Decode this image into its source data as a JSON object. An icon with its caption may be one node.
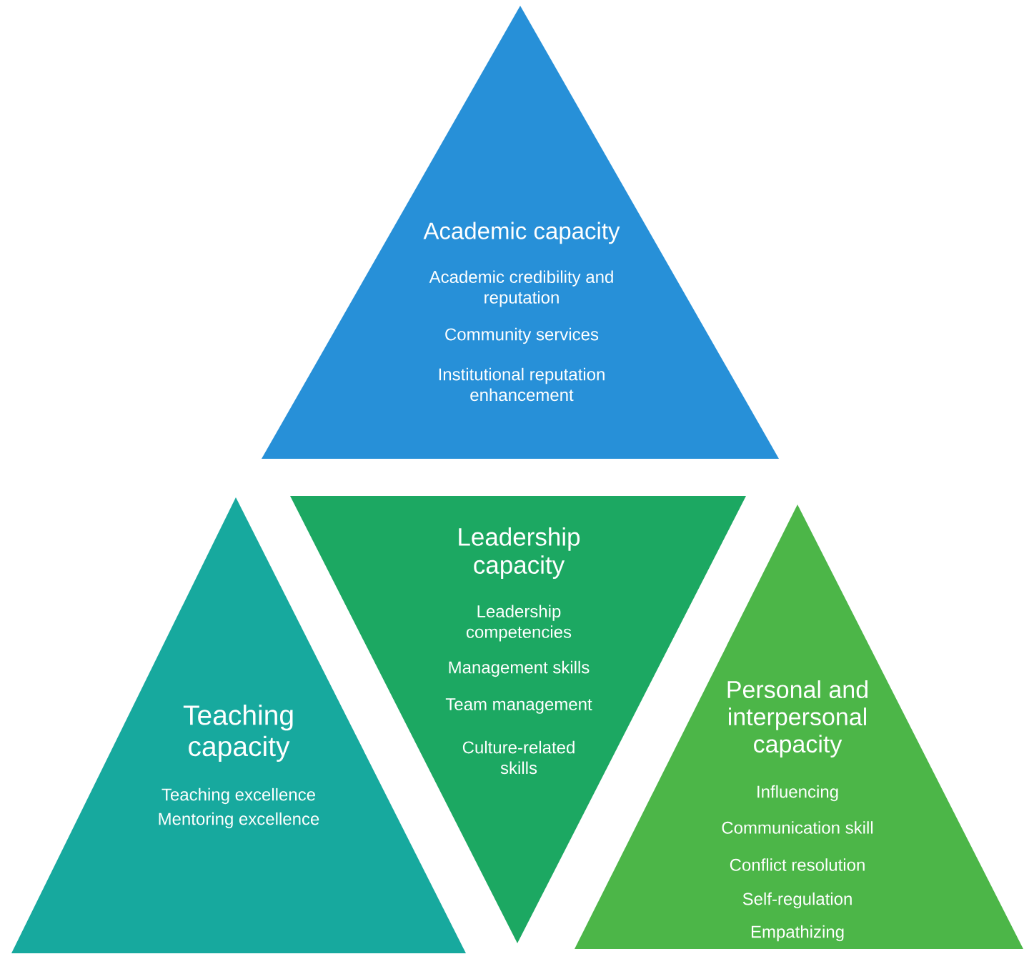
{
  "diagram": {
    "nodes": [
      {
        "text": [
          "Academic capacity",
          "Academic credibility and reputation",
          "Community services",
          "Institutional reputation enhancement"
        ]
      },
      {
        "text": [
          "Teaching capacity",
          "Teaching excellence",
          "Mentoring excellence"
        ]
      },
      {
        "text": [
          "Leadership capacity",
          "Leadership competencies",
          "Management skills",
          "Team management",
          "Culture-related skills"
        ]
      },
      {
        "text": [
          "Personal and interpersonal capacity",
          "Influencing",
          "Communication skill",
          "Conflict resolution",
          "Self-regulation",
          "Empathizing"
        ]
      }
    ]
  }
}
